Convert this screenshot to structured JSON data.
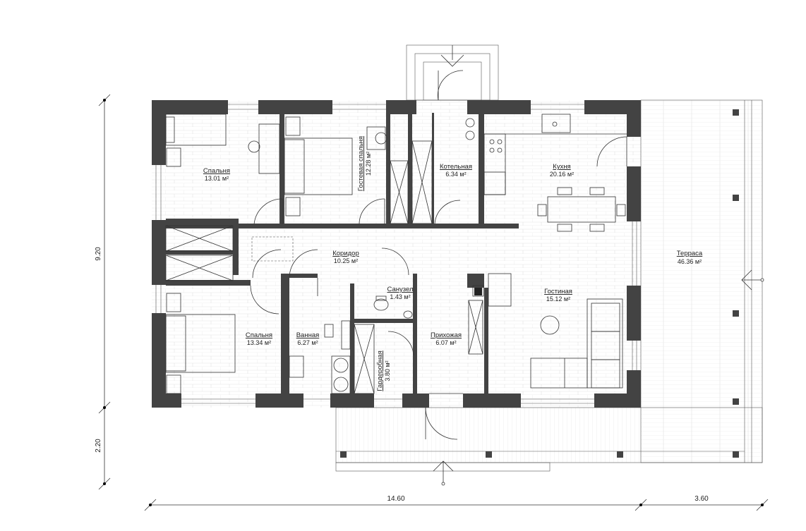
{
  "rooms": [
    {
      "id": "bedroom-1",
      "name": "Спальня",
      "area": "13.01 м²"
    },
    {
      "id": "guest-bedroom",
      "name": "Гостевая спальня",
      "area": "12.28 м²"
    },
    {
      "id": "boiler-room",
      "name": "Котельная",
      "area": "6.34 м²"
    },
    {
      "id": "kitchen",
      "name": "Кухня",
      "area": "20.16 м²"
    },
    {
      "id": "terrace",
      "name": "Терраса",
      "area": "46.36 м²"
    },
    {
      "id": "corridor",
      "name": "Коридор",
      "area": "10.25 м²"
    },
    {
      "id": "wc",
      "name": "Санузел",
      "area": "1.43 м²"
    },
    {
      "id": "living-room",
      "name": "Гостиная",
      "area": "15.12 м²"
    },
    {
      "id": "bedroom-2",
      "name": "Спальня",
      "area": "13.34 м²"
    },
    {
      "id": "bathroom",
      "name": "Ванная",
      "area": "6.27 м²"
    },
    {
      "id": "hallway",
      "name": "Прихожая",
      "area": "6.07 м²"
    },
    {
      "id": "wardrobe",
      "name": "Гардеробная",
      "area": "3.80 м²"
    }
  ],
  "dimensions": {
    "height_main": "9.20",
    "height_porch": "2.20",
    "width_main": "14.60",
    "width_terrace": "3.60"
  },
  "colors": {
    "wall": "#434343",
    "floor_pattern": "#e2e2e2",
    "line": "#333333"
  }
}
